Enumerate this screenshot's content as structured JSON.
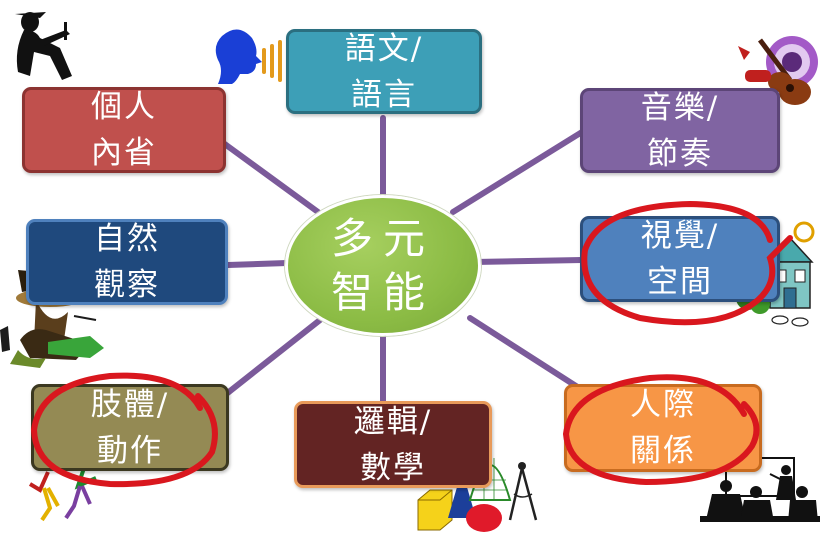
{
  "center": {
    "line1": "多元",
    "line2": "智能"
  },
  "nodes": {
    "language": {
      "line1": "語文/",
      "line2": "語言",
      "fill": "#3d9fb7",
      "border": "#2b6f80"
    },
    "intrapersonal": {
      "line1": "個人",
      "line2": "內省",
      "fill": "#c0504d",
      "border": "#8c3331"
    },
    "music": {
      "line1": "音樂/",
      "line2": "節奏",
      "fill": "#8064a2",
      "border": "#5c4577"
    },
    "naturalist": {
      "line1": "自然",
      "line2": "觀察",
      "fill": "#1f497d",
      "border": "#4f81bd"
    },
    "visual": {
      "line1": "視覺/",
      "line2": "空間",
      "fill": "#4f81bd",
      "border": "#2c4f7c"
    },
    "bodily": {
      "line1": "肢體/",
      "line2": "動作",
      "fill": "#948a54",
      "border": "#3b3820"
    },
    "logic": {
      "line1": "邏輯/",
      "line2": "數學",
      "fill": "#632423",
      "border": "#e89a5a"
    },
    "interpersonal": {
      "line1": "人際",
      "line2": "關係",
      "fill": "#f79646",
      "border": "#c86b1f"
    }
  },
  "colors": {
    "connector": "#7b5a9a",
    "annotation_circle": "#d9171e"
  },
  "icons": [
    "sitting-person-icon",
    "speaking-head-icon",
    "guitar-music-icon",
    "house-icon",
    "explorer-icon",
    "dancers-icon",
    "geometry-shapes-icon",
    "classroom-icon"
  ]
}
